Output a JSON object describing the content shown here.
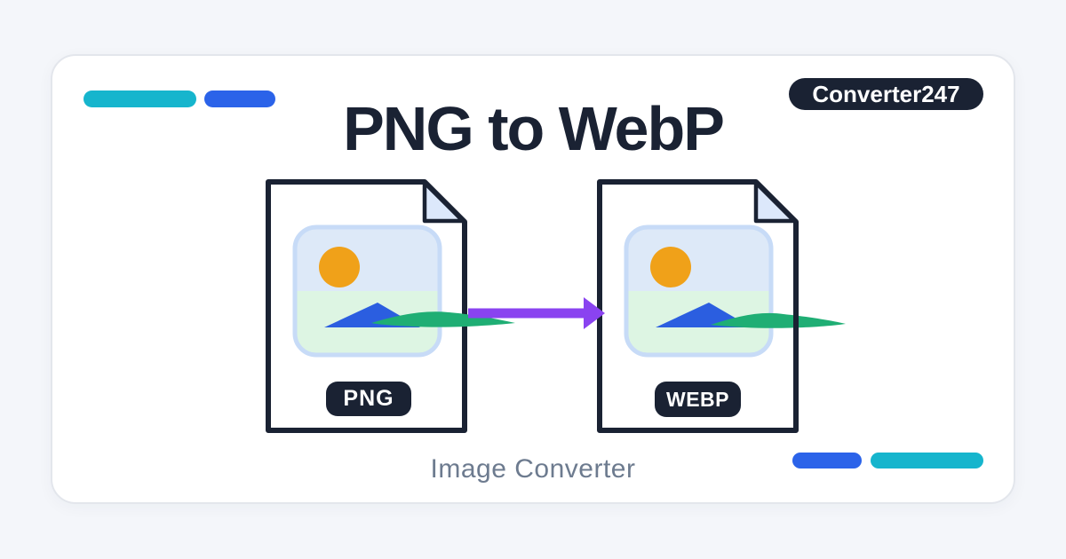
{
  "brand": {
    "badge_label": "Converter247"
  },
  "header": {
    "title": "PNG to WebP"
  },
  "conversion": {
    "source_format_label": "PNG",
    "target_format_label": "WEBP"
  },
  "footer": {
    "subtitle": "Image Converter"
  },
  "colors": {
    "background": "#f4f6fa",
    "card_bg": "#ffffff",
    "card_border": "#e3e6ec",
    "navy": "#1a2233",
    "teal": "#16b5cd",
    "blue": "#2b63e9",
    "purple": "#8a43f0",
    "orange": "#f0a119",
    "sky": "#dde9f8",
    "mint": "#ddf5e3",
    "mountain": "#2b5ee0",
    "wave": "#1fae74",
    "thumb_border": "#c7dbf7",
    "fold": "#dce8fb",
    "subtitle_color": "#6d7b8f",
    "label_text": "#ffffff"
  }
}
